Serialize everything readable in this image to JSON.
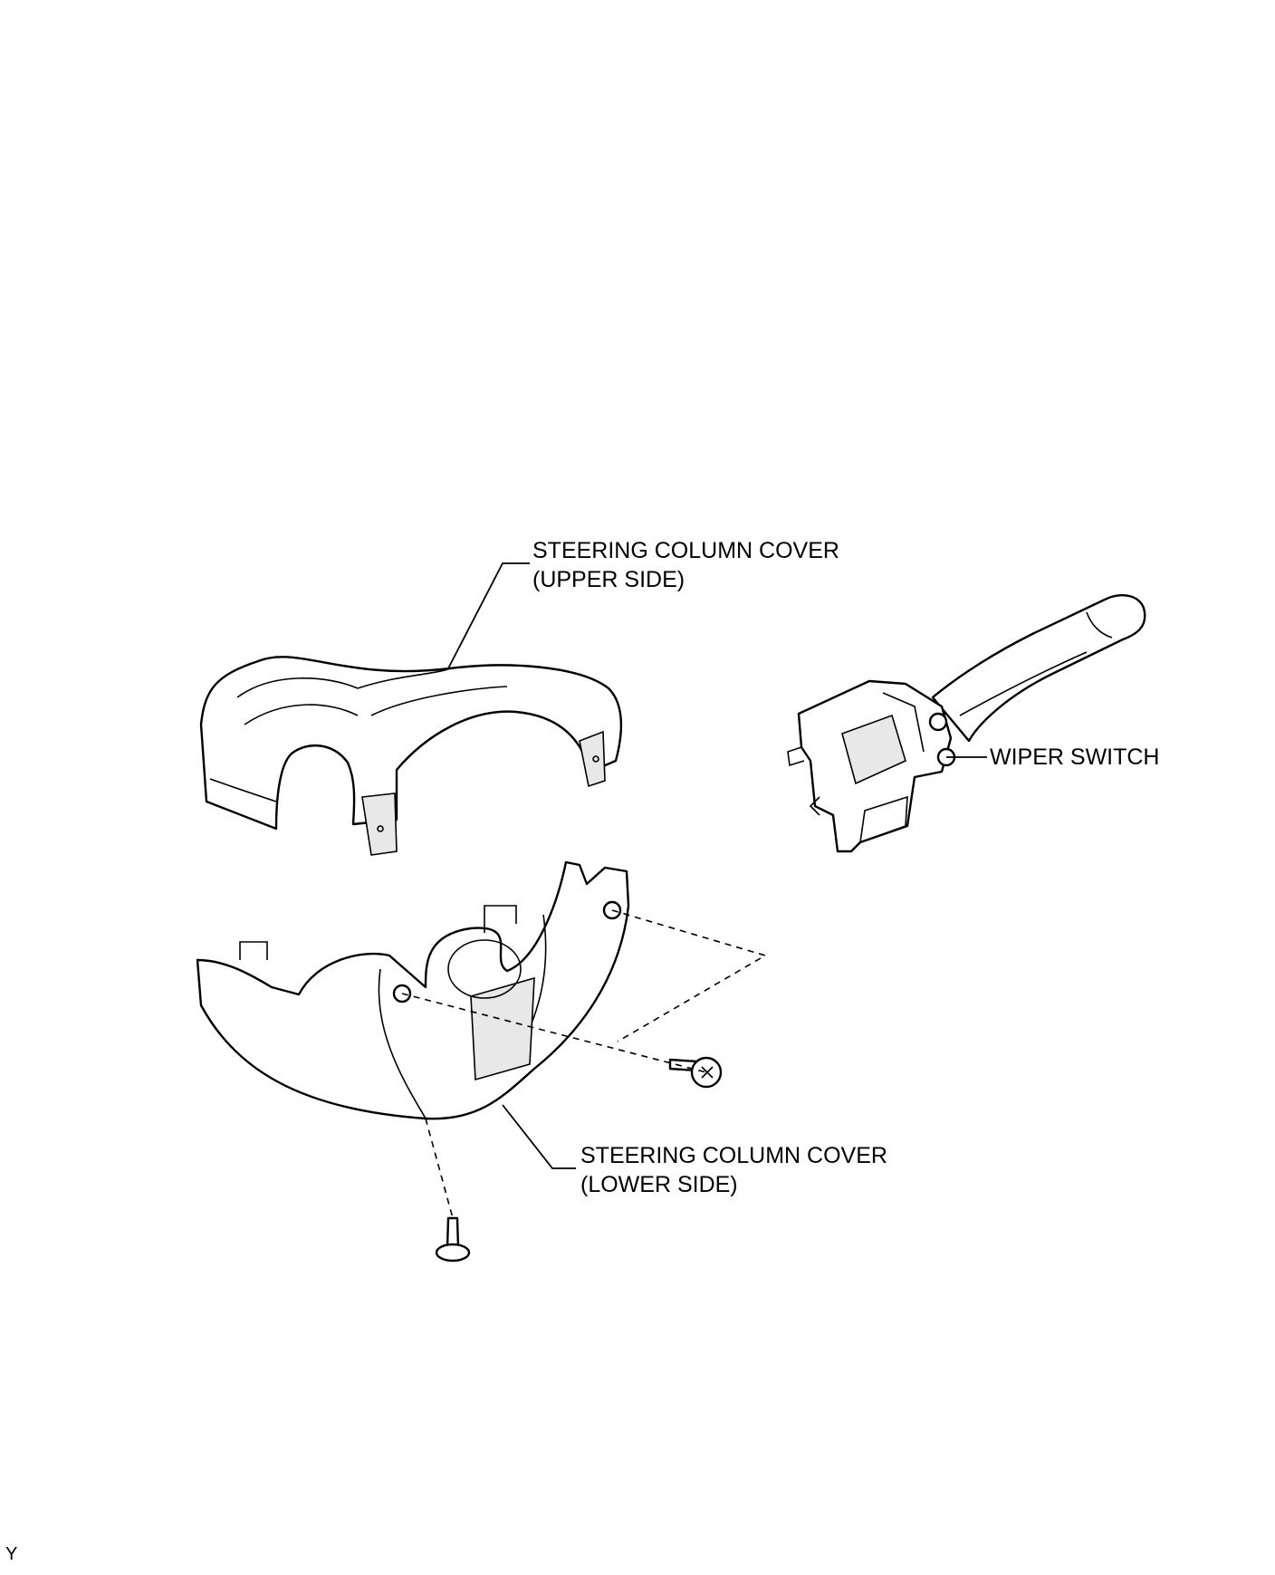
{
  "labels": {
    "upper_cover": [
      "STEERING COLUMN COVER",
      "(UPPER SIDE)"
    ],
    "lower_cover": [
      "STEERING COLUMN COVER",
      "(LOWER SIDE)"
    ],
    "wiper_switch": "WIPER SWITCH",
    "corner_mark": "Y"
  },
  "colors": {
    "line": "#000000",
    "background": "#ffffff"
  }
}
